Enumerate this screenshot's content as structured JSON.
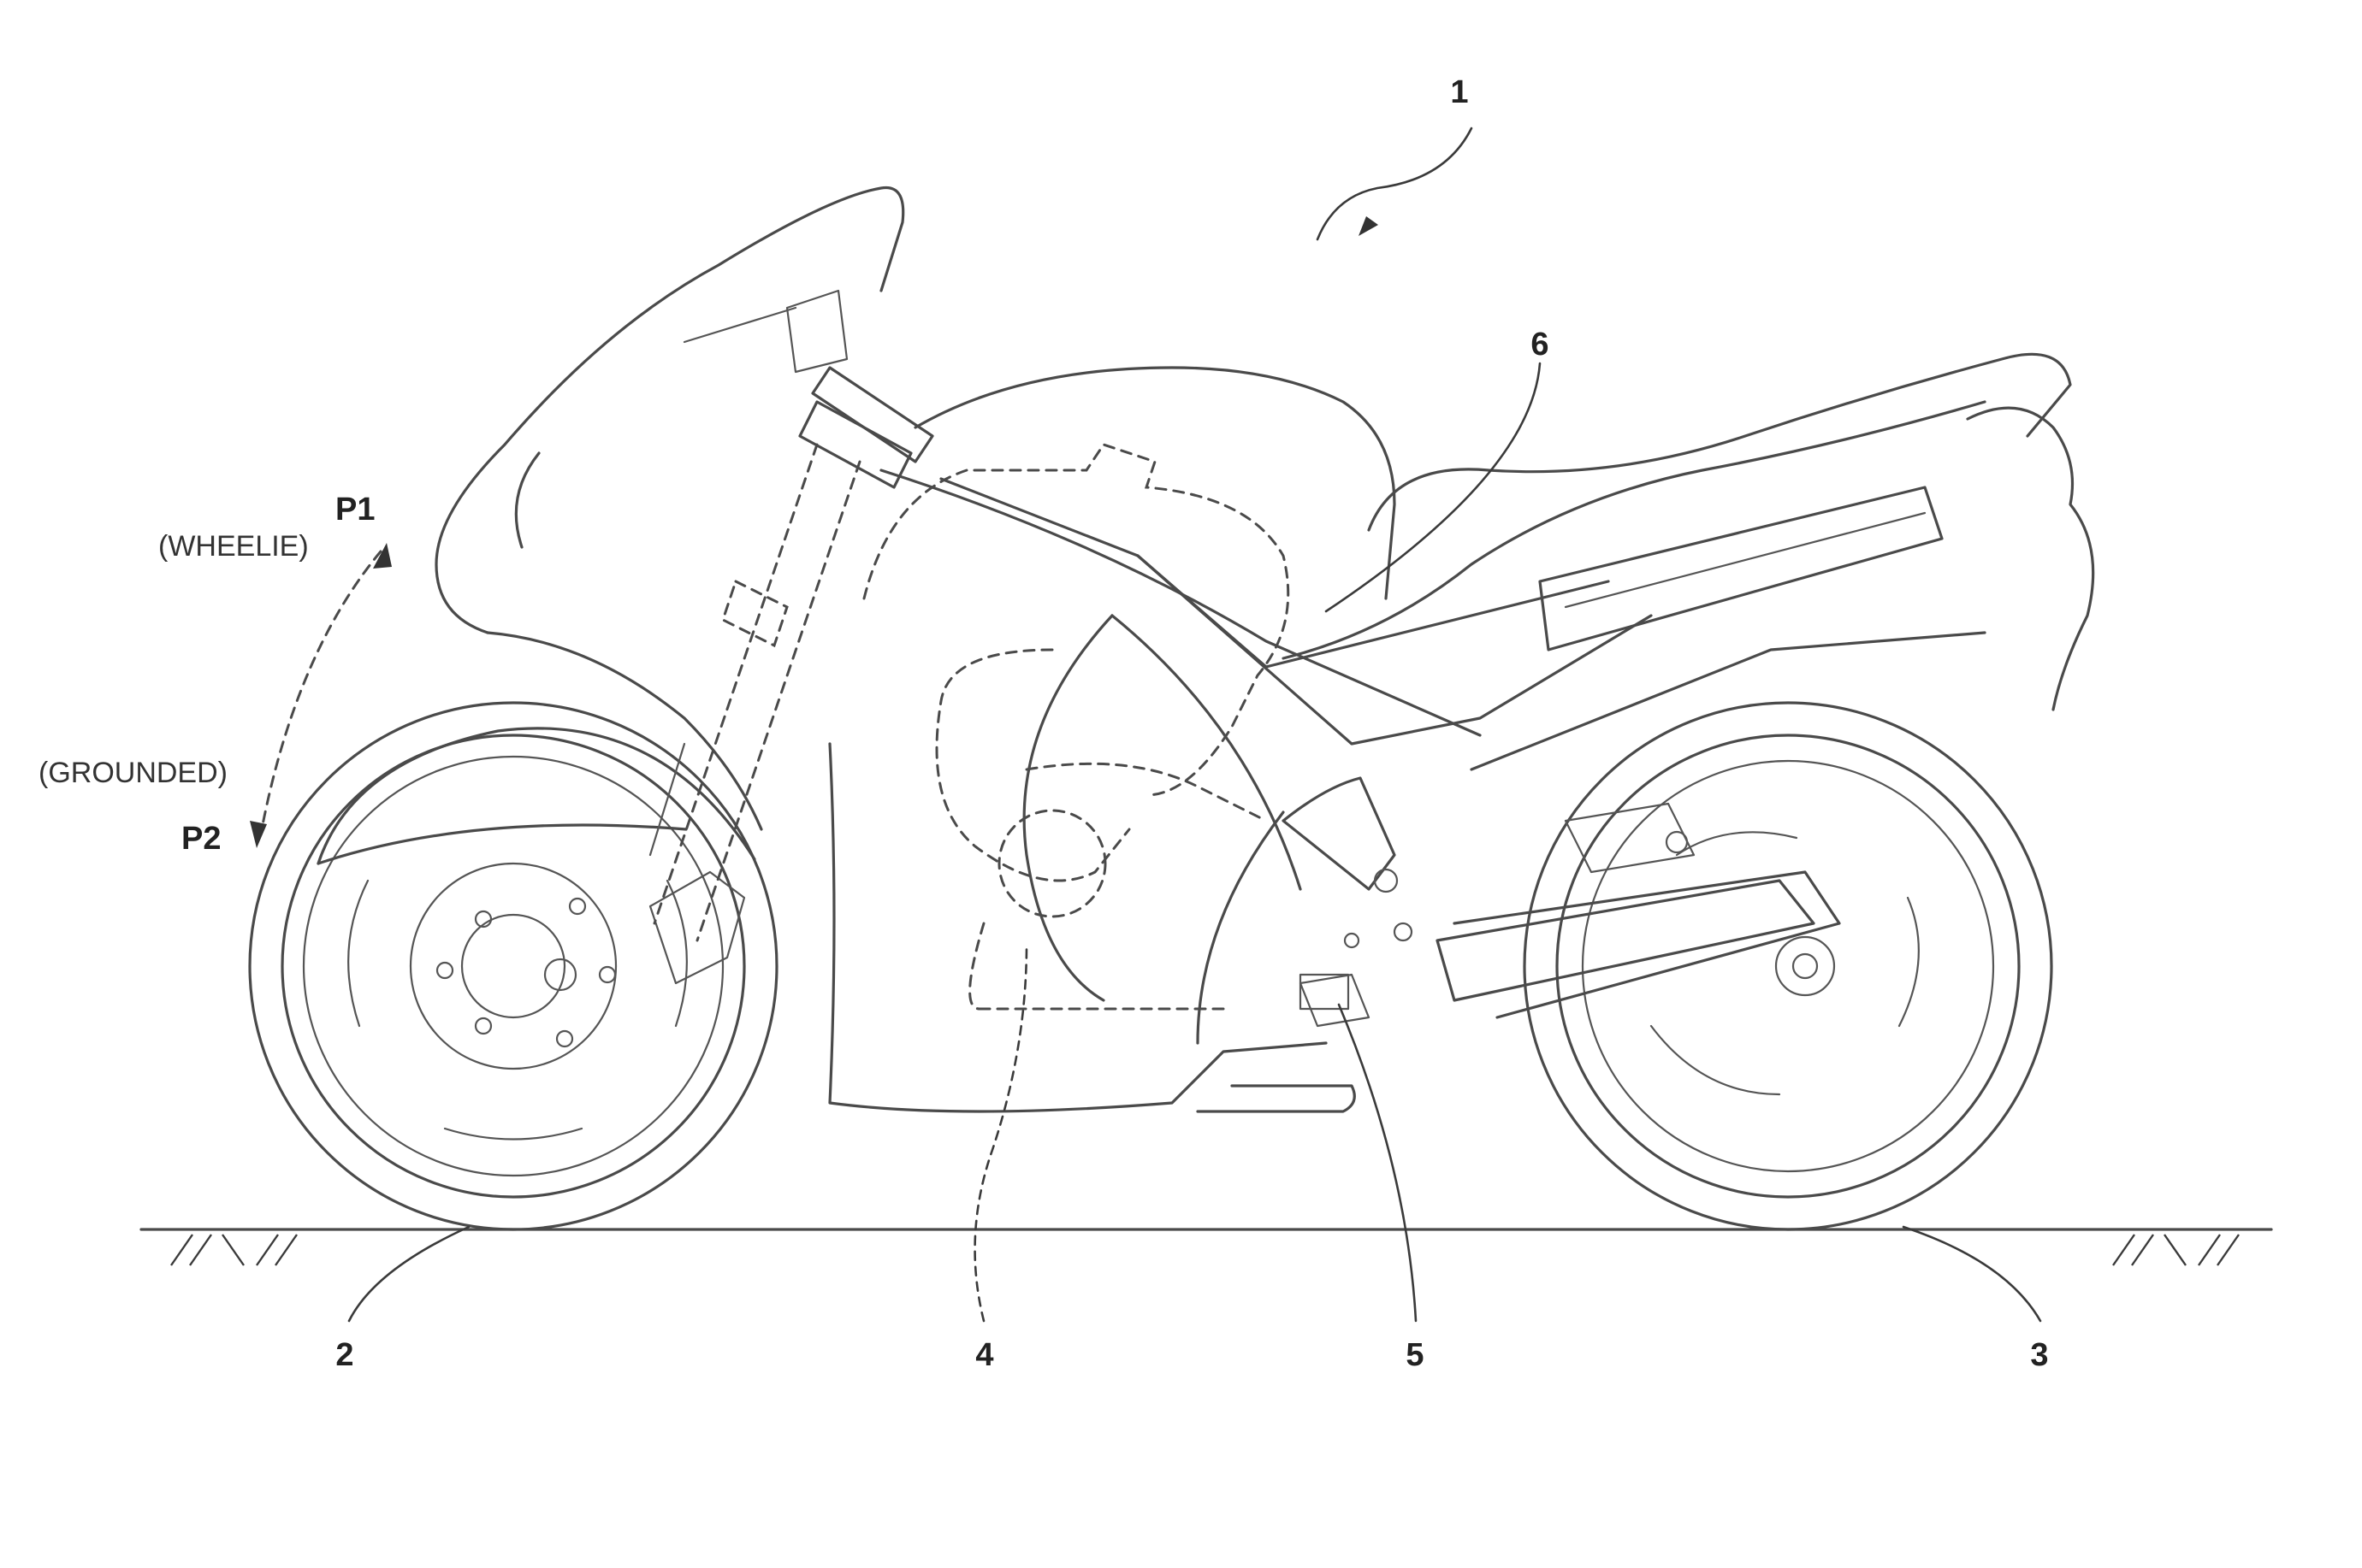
{
  "labels": {
    "ref_1": "1",
    "ref_2": "2",
    "ref_3": "3",
    "ref_4": "4",
    "ref_5": "5",
    "ref_6": "6",
    "p1": "P1",
    "p2": "P2",
    "wheelie": "(WHEELIE)",
    "grounded": "(GROUNDED)"
  },
  "colors": {
    "line": "#4a4a4a",
    "background": "#ffffff"
  }
}
